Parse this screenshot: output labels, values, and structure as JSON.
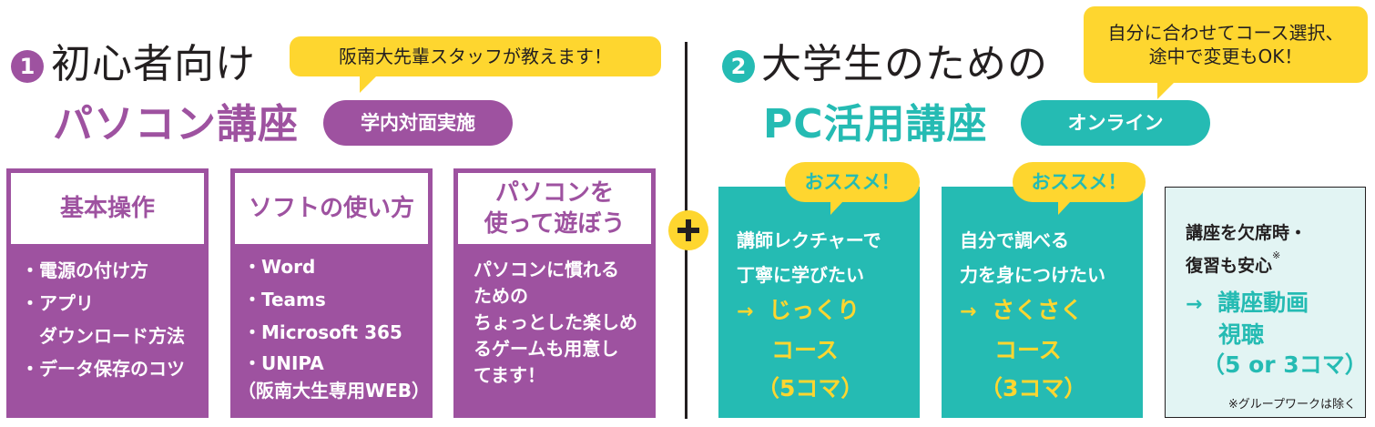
{
  "colors": {
    "purple": "#9e52a0",
    "teal": "#25bbb3",
    "yellow": "#fed62f",
    "light_teal_bg": "#e2f4f3",
    "text_dark": "#231f20"
  },
  "section1": {
    "number": "1",
    "subtitle": "初心者向け",
    "title": "パソコン講座",
    "format_pill": "学内対面実施",
    "bubble": "阪南大先輩スタッフが教えます！",
    "cards": [
      {
        "header": "基本操作",
        "items": [
          "・電源の付け方",
          "・アプリ",
          "　ダウンロード方法",
          "・データ保存のコツ"
        ]
      },
      {
        "header": "ソフトの使い方",
        "items": [
          "・Word",
          "・Teams",
          "・Microsoft 365",
          "・UNIPA",
          "（阪南大生専用WEB）"
        ]
      },
      {
        "header_lines": [
          "パソコンを",
          "使って遊ぼう"
        ],
        "body_lines": [
          "パソコンに慣れる",
          "ための",
          "ちょっとした楽しめ",
          "るゲームも用意し",
          "てます！"
        ]
      }
    ]
  },
  "plus_icon": "plus-icon",
  "section2": {
    "number": "2",
    "subtitle": "大学生のための",
    "title": "PC活用講座",
    "format_pill": "オンライン",
    "bubble_lines": [
      "自分に合わせてコース選択、",
      "途中で変更もOK！"
    ],
    "courses": [
      {
        "badge": "おススメ！",
        "lines": [
          "講師レクチャーで",
          "丁寧に学びたい"
        ],
        "arrow": "→",
        "course_lines": [
          "じっくり",
          "コース",
          "（5コマ）"
        ]
      },
      {
        "badge": "おススメ！",
        "lines": [
          "自分で調べる",
          "力を身につけたい"
        ],
        "arrow": "→",
        "course_lines": [
          "さくさく",
          "コース",
          "（3コマ）"
        ]
      }
    ],
    "video_card": {
      "lines": [
        "講座を欠席時・",
        "復習も安心"
      ],
      "footnote_mark": "※",
      "arrow": "→",
      "course_lines": [
        "講座動画",
        "視聴",
        "（5 or 3コマ）"
      ],
      "note": "※グループワークは除く"
    }
  }
}
